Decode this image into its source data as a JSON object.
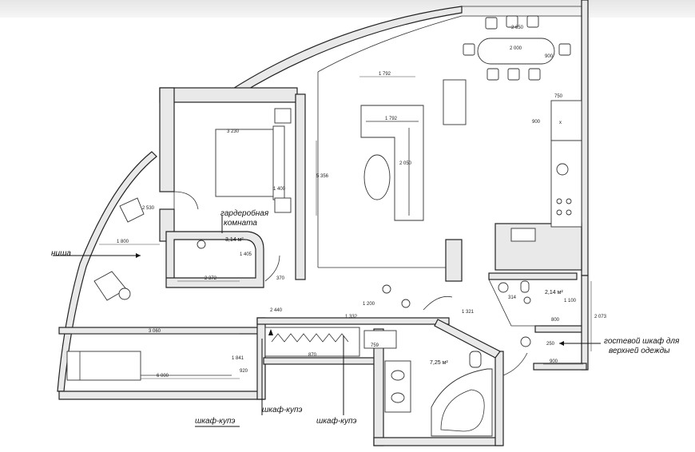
{
  "labels": {
    "wardrobe_room_line1": "гардеробная",
    "wardrobe_room_line2": "комната",
    "niche": "ниша",
    "guest_wardrobe_line1": "гостевой шкаф для",
    "guest_wardrobe_line2": "верхней одежды",
    "sliding_wardrobe": "шкаф-купэ"
  },
  "areas": {
    "wardrobe": "3,14 м²",
    "bathroom": "2,14 м²",
    "main_bathroom": "7,25 м²"
  },
  "dimensions": {
    "table_top": "2 650",
    "table_len": "2 000",
    "table_w": "900",
    "living_w": "1 792",
    "sofa_w": "1 792",
    "sofa_depth": "2 050",
    "living_h": "5 356",
    "kitchen_w": "750",
    "kitchen_h": "900",
    "bed_w": "3 230",
    "bed_h": "1 400",
    "bedroom_h": "2 530",
    "corridor_w": "1 800",
    "wardrobe_h": "1 405",
    "wardrobe_w": "2 372",
    "small_370": "370",
    "room_w": "3 060",
    "corridor_h": "2 440",
    "cab_h": "1 841",
    "cab_w": "920",
    "bottom_w": "6 000",
    "closet_h": "1 200",
    "hall_h": "1 332",
    "hall_w": "1 321",
    "d_870": "870",
    "d_759": "759",
    "bath_w": "800",
    "bath_h": "1 100",
    "right_h": "2 073",
    "right_w": "900",
    "small_250": "250",
    "d_314": "314"
  },
  "marks": {
    "x_mark": "x"
  }
}
